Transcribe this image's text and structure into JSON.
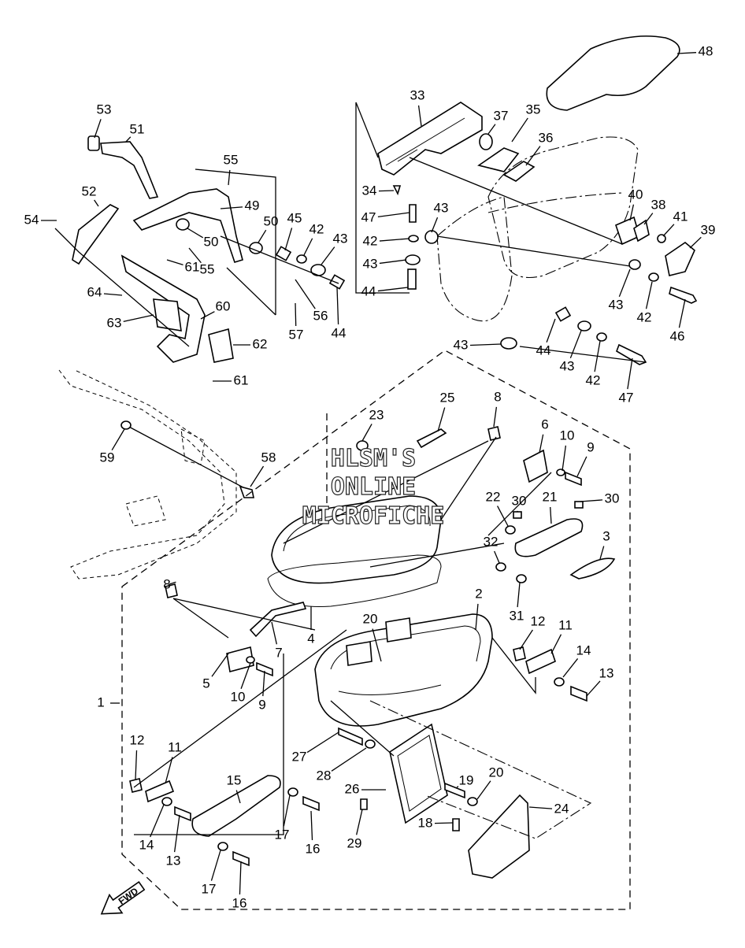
{
  "watermark": {
    "line1": "HLSM'S",
    "line2": "ONLINE",
    "line3": "MICROFICHE"
  },
  "fwd_label": "FWD",
  "callouts": [
    "1",
    "2",
    "3",
    "4",
    "5",
    "6",
    "7",
    "8",
    "9",
    "10",
    "11",
    "12",
    "13",
    "14",
    "15",
    "16",
    "17",
    "18",
    "19",
    "20",
    "21",
    "22",
    "23",
    "24",
    "25",
    "26",
    "27",
    "28",
    "29",
    "30",
    "31",
    "32",
    "33",
    "34",
    "35",
    "36",
    "37",
    "38",
    "39",
    "40",
    "41",
    "42",
    "43",
    "44",
    "45",
    "46",
    "47",
    "48",
    "49",
    "50",
    "51",
    "52",
    "53",
    "54",
    "55",
    "56",
    "57",
    "58",
    "59",
    "60",
    "61",
    "62",
    "63",
    "64"
  ]
}
